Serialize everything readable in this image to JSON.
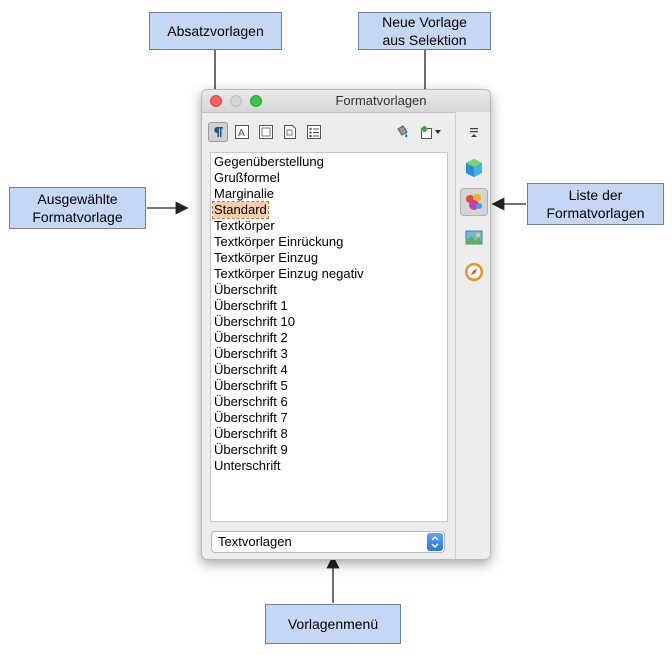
{
  "window": {
    "title": "Formatvorlagen"
  },
  "callouts": {
    "absatz": "Absatzvorlagen",
    "neue": "Neue Vorlage\naus Selektion",
    "ausgewaehlt": "Ausgewählte\nFormatvorlage",
    "liste": "Liste der\nFormatvorlagen",
    "menue": "Vorlagenmenü"
  },
  "toolbar": {
    "buttons": [
      "paragraph-styles-icon",
      "character-styles-icon",
      "frame-styles-icon",
      "page-styles-icon",
      "list-styles-icon"
    ],
    "right": [
      "fill-format-mode-icon",
      "new-style-from-selection-icon"
    ]
  },
  "styles_list": {
    "items": [
      "Gegenüberstellung",
      "Grußformel",
      "Marginalie",
      "Standard",
      "Textkörper",
      "Textkörper Einrückung",
      "Textkörper Einzug",
      "Textkörper Einzug negativ",
      "Überschrift",
      "Überschrift 1",
      "Überschrift 10",
      "Überschrift 2",
      "Überschrift 3",
      "Überschrift 4",
      "Überschrift 5",
      "Überschrift 6",
      "Überschrift 7",
      "Überschrift 8",
      "Überschrift 9",
      "Unterschrift"
    ],
    "selected": "Standard"
  },
  "filter": {
    "value": "Textvorlagen"
  },
  "sidebar": {
    "items": [
      "properties-icon",
      "styles-icon",
      "gallery-icon",
      "navigator-icon"
    ]
  },
  "colors": {
    "callout_bg": "#c6d6f5",
    "selection": "#f9cfa8"
  }
}
